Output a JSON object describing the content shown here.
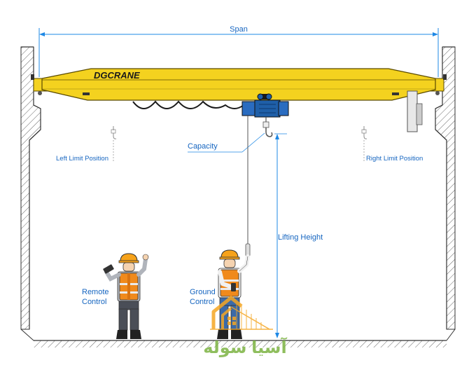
{
  "diagram": {
    "span_label": "Span",
    "brand": "DGCRANE",
    "capacity_label": "Capacity",
    "left_limit_label": "Left Limit Position",
    "right_limit_label": "Right Limit Position",
    "lifting_height_label": "Lifting Height",
    "remote_control_label": [
      "Remote",
      "Control"
    ],
    "ground_control_label": [
      "Ground",
      "Control"
    ],
    "watermark": "آسیا سوله"
  },
  "colors": {
    "dimension": "#1e88e5",
    "label": "#1565c0",
    "girder": "#f4d21f",
    "girder_stroke": "#5a4a00",
    "hoist": "#1f5fa8",
    "vest": "#f08a1c",
    "helmet": "#f6a21a",
    "pants": "#4a4e57",
    "outline": "#333333",
    "watermark_green": "#7cb342",
    "watermark_orange": "#f5a623"
  }
}
